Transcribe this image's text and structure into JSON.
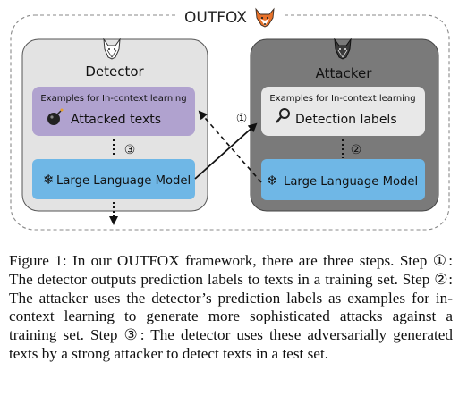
{
  "framework": {
    "title": "OUTFOX"
  },
  "detector": {
    "title": "Detector",
    "examples_label": "Examples for In-context learning",
    "examples_content": "Attacked texts",
    "llm_label": "Large Language Model"
  },
  "attacker": {
    "title": "Attacker",
    "examples_label": "Examples for In-context learning",
    "examples_content": "Detection labels",
    "llm_label": "Large Language Model"
  },
  "steps": {
    "step1": "①",
    "step2": "②",
    "step3": "③"
  },
  "colors": {
    "detector_panel": "#e3e3e3",
    "attacker_panel": "#7a7a7a",
    "purple_box": "#b0a2cf",
    "light_box": "#e8e8e8",
    "llm_box": "#6fb7e6",
    "fox_orange": "#e8722a"
  },
  "caption": {
    "text": "Figure 1: In our OUTFOX framework, there are three steps. Step ①: The detector outputs prediction labels to texts in a training set. Step ②: The attacker uses the detector’s prediction labels as examples for in-context learning to generate more sophisticated attacks against a training set. Step ③: The detector uses these adversarially generated texts by a strong attacker to detect texts in a test set."
  }
}
